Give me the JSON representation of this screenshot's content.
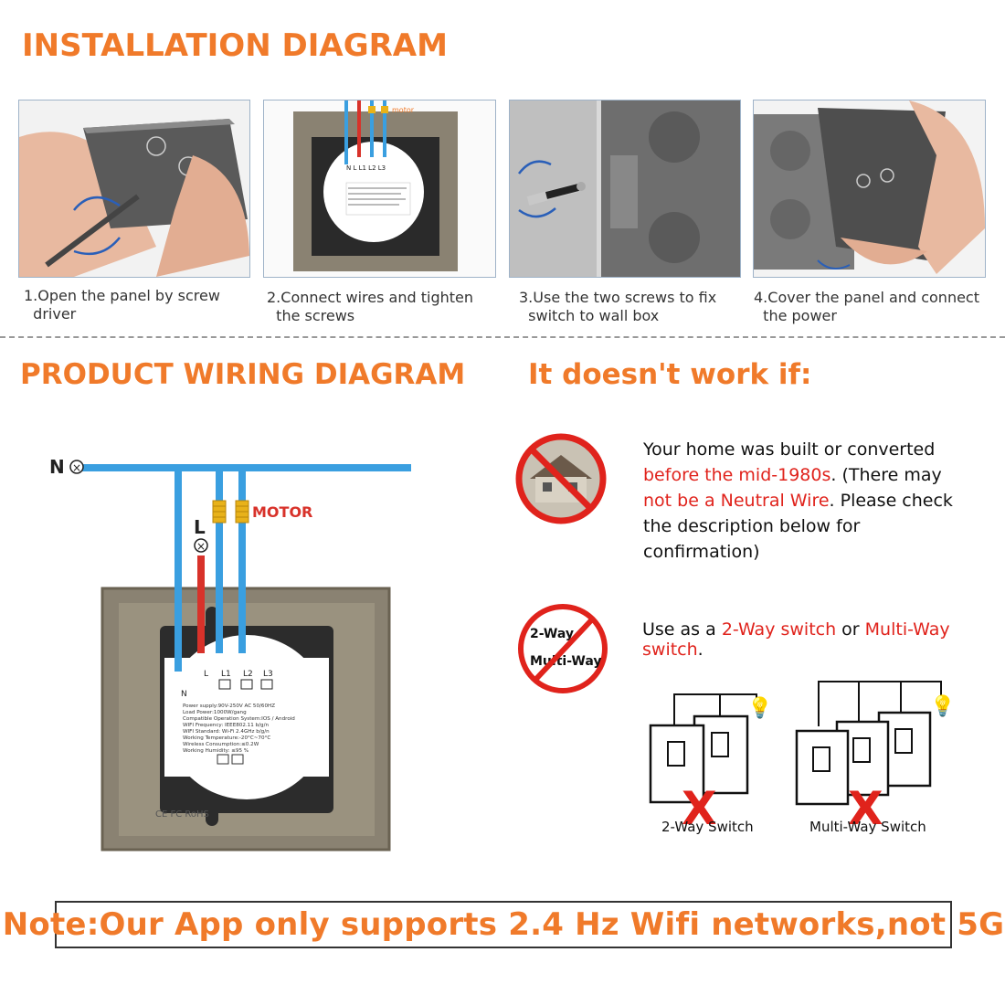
{
  "installation": {
    "title": "INSTALLATION DIAGRAM",
    "steps": [
      {
        "caption": "1.Open the panel by screw\n  driver"
      },
      {
        "caption": "2.Connect wires and tighten\n  the screws",
        "tag": "motor"
      },
      {
        "caption": "3.Use the two screws to fix\n  switch to wall box"
      },
      {
        "caption": "4.Cover the panel and connect\n  the power"
      }
    ]
  },
  "wiring": {
    "title": "PRODUCT WIRING DIAGRAM",
    "neutral_label": "N",
    "live_label": "L",
    "motor_label": "MOTOR",
    "terminals": [
      "N",
      "L",
      "L1",
      "L2",
      "L3"
    ],
    "spec_lines": [
      "Power supply:90V-250V AC  50/60HZ",
      "Load Power:1000W/gang",
      "Compatible Operation System:IOS / Android",
      "WIFI Frequency: IEEE802.11 b/g/n",
      "WIFI Standard: Wi-Fi 2.4GHz b/g/n",
      "Working Temperature:-20°C~70°C",
      "Wireless Consumption:≤0.2W",
      "Working Humidity: ≤95 %"
    ],
    "cert_text": "CE FC RoHS"
  },
  "not_work": {
    "title": "It doesn't work if:",
    "item1": {
      "part1": "Your home was built or converted ",
      "red1": "before the mid-1980s",
      "part2": ". (There may ",
      "red2": "not be a Neutral Wire",
      "part3": ". Please check the description below for confirmation)"
    },
    "item2": {
      "icon_line1": "2-Way",
      "icon_line2": "Multi-Way",
      "part1": "Use as a ",
      "red1": "2-Way switch",
      "part2": " or ",
      "red2": "Multi-Way switch",
      "part3": "."
    },
    "two_way_label": "2-Way Switch",
    "multi_way_label": "Multi-Way Switch"
  },
  "note": "Note:Our App only supports 2.4 Hz Wifi networks,not 5G",
  "colors": {
    "accent": "#f07a2a",
    "warning_red": "#e0231c",
    "wire_blue": "#3a9fe0",
    "wire_red": "#d8322a",
    "connector_yellow": "#e8b21a"
  }
}
